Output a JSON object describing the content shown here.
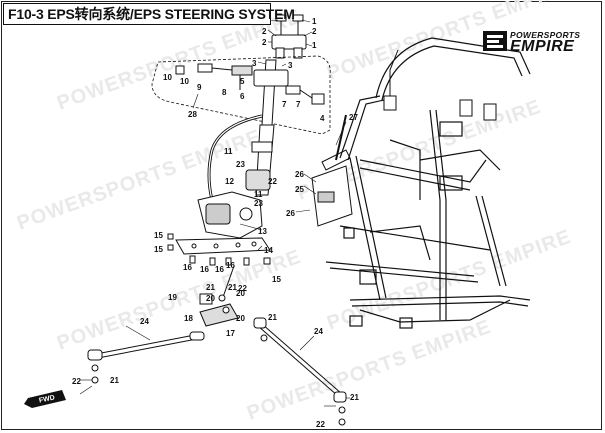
{
  "title": "F10-3 EPS转向系统/EPS STEERING SYSTEM",
  "brand": {
    "top": "POWERSPORTS",
    "bottom": "EMPIRE"
  },
  "watermark": "POWERSPORTS EMPIRE",
  "direction_label": "FWD",
  "callouts": [
    {
      "id": "c1",
      "text": "1"
    },
    {
      "id": "c2",
      "text": "2"
    },
    {
      "id": "c3",
      "text": "2"
    },
    {
      "id": "c4",
      "text": "1"
    },
    {
      "id": "c5",
      "text": "2"
    },
    {
      "id": "c6",
      "text": "1"
    },
    {
      "id": "c7",
      "text": "3"
    },
    {
      "id": "c8",
      "text": "3"
    },
    {
      "id": "c9",
      "text": "10"
    },
    {
      "id": "c10",
      "text": "10"
    },
    {
      "id": "c11",
      "text": "9"
    },
    {
      "id": "c12",
      "text": "8"
    },
    {
      "id": "c13",
      "text": "6"
    },
    {
      "id": "c14",
      "text": "5"
    },
    {
      "id": "c15",
      "text": "7"
    },
    {
      "id": "c16",
      "text": "7"
    },
    {
      "id": "c17",
      "text": "4"
    },
    {
      "id": "c18",
      "text": "28"
    },
    {
      "id": "c19",
      "text": "27"
    },
    {
      "id": "c20",
      "text": "11"
    },
    {
      "id": "c21",
      "text": "23"
    },
    {
      "id": "c22",
      "text": "12"
    },
    {
      "id": "c23",
      "text": "22"
    },
    {
      "id": "c24",
      "text": "23"
    },
    {
      "id": "c25",
      "text": "11"
    },
    {
      "id": "c26",
      "text": "13"
    },
    {
      "id": "c27",
      "text": "26"
    },
    {
      "id": "c28",
      "text": "25"
    },
    {
      "id": "c29",
      "text": "26"
    },
    {
      "id": "c30",
      "text": "15"
    },
    {
      "id": "c31",
      "text": "15"
    },
    {
      "id": "c32",
      "text": "14"
    },
    {
      "id": "c33",
      "text": "16"
    },
    {
      "id": "c34",
      "text": "16"
    },
    {
      "id": "c35",
      "text": "16"
    },
    {
      "id": "c36",
      "text": "16"
    },
    {
      "id": "c37",
      "text": "15"
    },
    {
      "id": "c38",
      "text": "21"
    },
    {
      "id": "c39",
      "text": "20"
    },
    {
      "id": "c40",
      "text": "19"
    },
    {
      "id": "c41",
      "text": "20"
    },
    {
      "id": "c42",
      "text": "18"
    },
    {
      "id": "c43",
      "text": "20"
    },
    {
      "id": "c44",
      "text": "22"
    },
    {
      "id": "c45",
      "text": "17"
    },
    {
      "id": "c46",
      "text": "24"
    },
    {
      "id": "c47",
      "text": "24"
    },
    {
      "id": "c48",
      "text": "22"
    },
    {
      "id": "c49",
      "text": "21"
    },
    {
      "id": "c50",
      "text": "22"
    },
    {
      "id": "c51",
      "text": "21"
    },
    {
      "id": "c52",
      "text": "21"
    },
    {
      "id": "c53",
      "text": "21"
    }
  ]
}
